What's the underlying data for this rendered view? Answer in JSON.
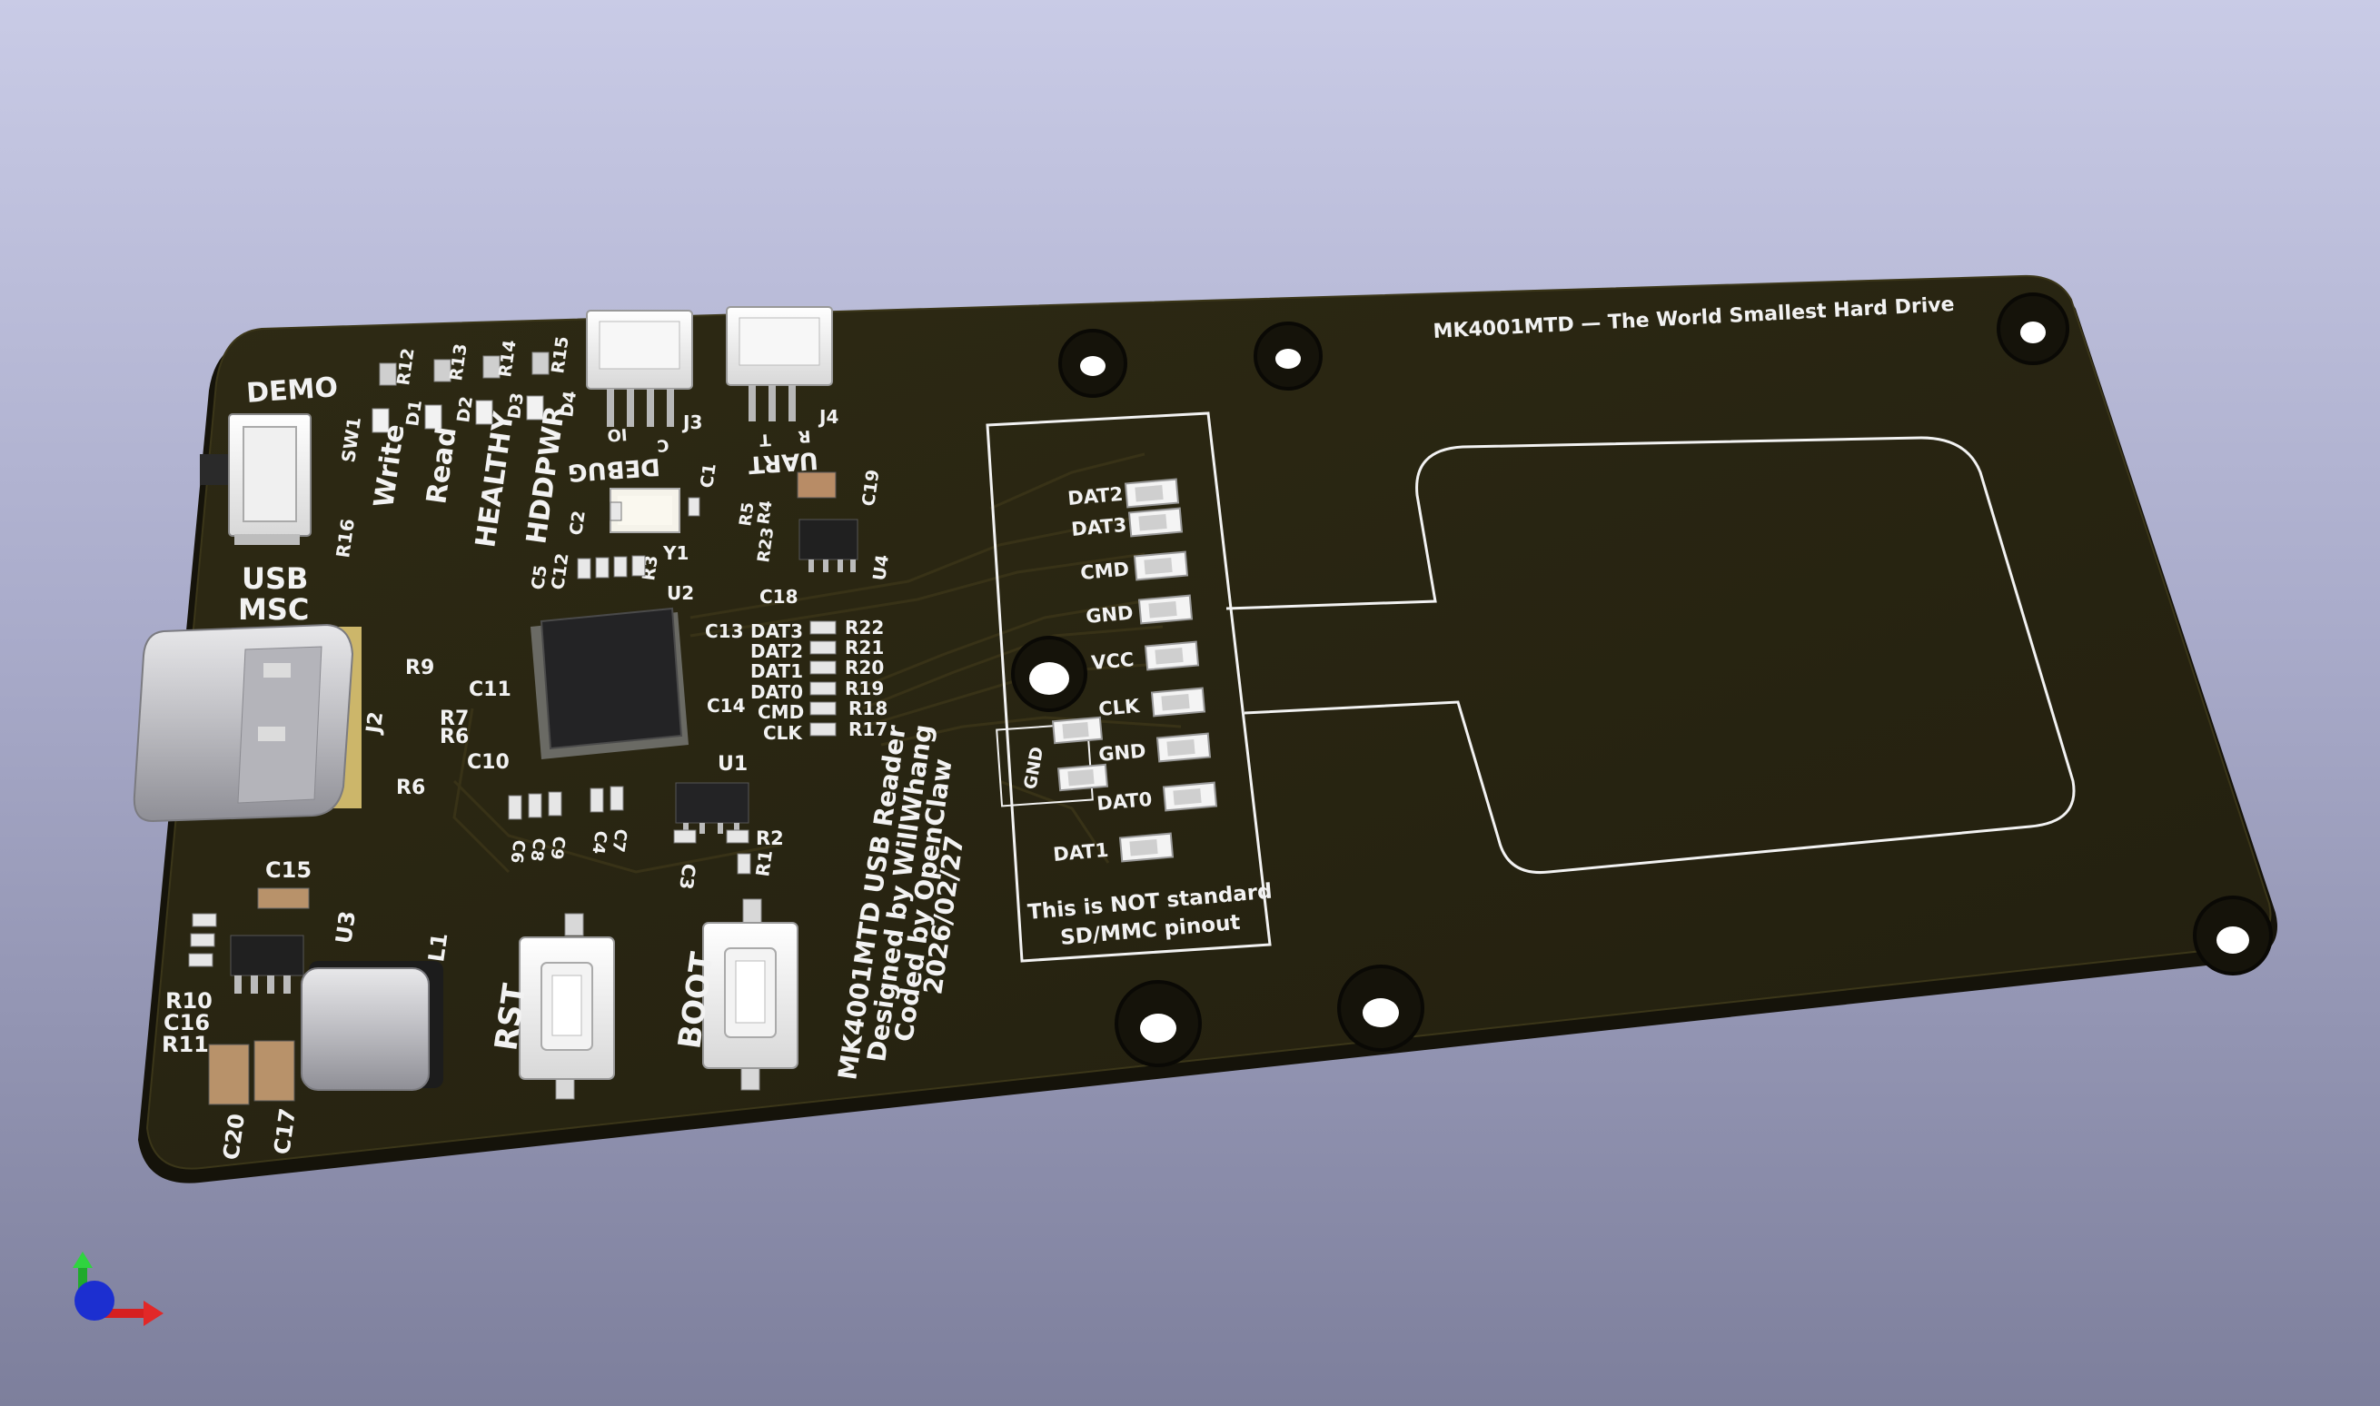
{
  "board": {
    "title": "MK4001MTD — The World Smallest Hard Drive",
    "notice": [
      "This is NOT standard",
      "SD/MMC pinout"
    ],
    "credits": [
      "MK4001MTD USB Reader",
      "Designed by WillWhang",
      "Coded by OpenClaw",
      "2026/02/27"
    ],
    "sections": {
      "demo": "DEMO",
      "usb_msc": [
        "USB",
        "MSC"
      ],
      "debug": "DEBUG",
      "uart": "UART",
      "rst": "RST",
      "boot": "BOOT"
    },
    "led_labels": [
      "Write",
      "Read",
      "HEALTHY",
      "HDDPWR"
    ],
    "pins": [
      "DAT2",
      "DAT3",
      "CMD",
      "GND",
      "VCC",
      "CLK",
      "GND",
      "DAT0",
      "DAT1"
    ],
    "pin_gnd_aux": "GND",
    "sd_signals": [
      "DAT3",
      "DAT2",
      "DAT1",
      "DAT0",
      "CMD",
      "CLK"
    ],
    "sd_resistors": [
      "R22",
      "R21",
      "R20",
      "R19",
      "R18",
      "R17"
    ],
    "refdes": {
      "sw1": "SW1",
      "r16": "R16",
      "r12": "R12",
      "r13": "R13",
      "r14": "R14",
      "r15": "R15",
      "d1": "D1",
      "d2": "D2",
      "d3": "D3",
      "d4": "D4",
      "j3": "J3",
      "j4": "J4",
      "j2": "J2",
      "c1": "C1",
      "c2": "C2",
      "c5": "C5",
      "c12": "C12",
      "r3": "R3",
      "y1": "Y1",
      "u2": "U2",
      "r5": "R5",
      "r4": "R4",
      "r23": "R23",
      "c19": "C19",
      "u4": "U4",
      "c18": "C18",
      "c13": "C13",
      "c14": "C14",
      "c11": "C11",
      "c10": "C10",
      "r9": "R9",
      "r7": "R7",
      "r6a": "R6",
      "r8": "R6",
      "u1": "U1",
      "r2": "R2",
      "r1": "R1",
      "c3": "C3",
      "c6": "C6",
      "c8": "C8",
      "c9": "C9",
      "c4": "C4",
      "c7": "C7",
      "c15": "C15",
      "u3": "U3",
      "l1": "L1",
      "r10": "R10",
      "c16": "C16",
      "r11": "R11",
      "c20": "C20",
      "c17": "C17"
    },
    "j3_pins": [
      "IO",
      "C"
    ],
    "j4_pins": [
      "T",
      "R"
    ]
  },
  "colors": {
    "background_top": "#c9cbe6",
    "background_bottom": "#7d7f9c",
    "board": "#2a2612",
    "board_edge": "#15130a",
    "silkscreen": "#f2f2f2",
    "copper_trace": "#3a3418"
  },
  "icons": {
    "axis_gizmo": "xyz-axis-icon"
  }
}
